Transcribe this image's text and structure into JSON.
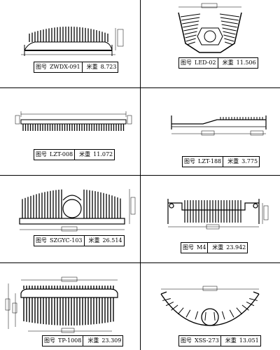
{
  "profiles": [
    {
      "fig_label": "图号",
      "model": "ZWDX-091",
      "weight_label": "米重",
      "weight": "8.723"
    },
    {
      "fig_label": "图号",
      "model": "LED-02",
      "weight_label": "米重",
      "weight": "11.506"
    },
    {
      "fig_label": "图号",
      "model": "LZT-008",
      "weight_label": "米重",
      "weight": "11.072"
    },
    {
      "fig_label": "图号",
      "model": "LZT-188",
      "weight_label": "米重",
      "weight": "3.775"
    },
    {
      "fig_label": "图号",
      "model": "SZGYC-103",
      "weight_label": "米重",
      "weight": "26.514"
    },
    {
      "fig_label": "图号",
      "model": "M4",
      "weight_label": "米重",
      "weight": "23.942"
    },
    {
      "fig_label": "图号",
      "model": "TP-1008",
      "weight_label": "米重",
      "weight": "23.309"
    },
    {
      "fig_label": "图号",
      "model": "XSS-273",
      "weight_label": "米重",
      "weight": "13.051"
    }
  ]
}
